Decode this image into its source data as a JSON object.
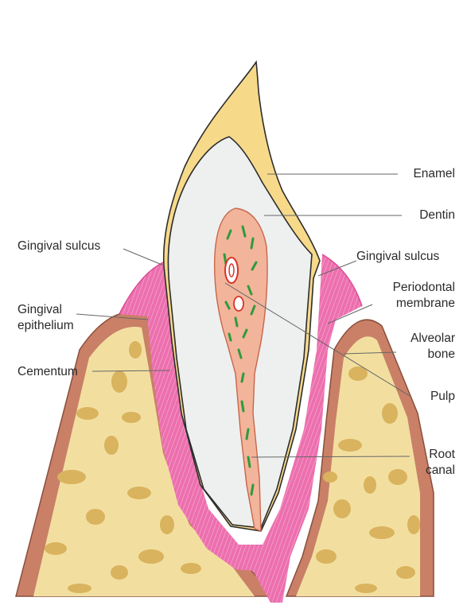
{
  "labels": {
    "enamel": "Enamel",
    "dentin": "Dentin",
    "gingival_sulcus_left": "Gingival sulcus",
    "gingival_sulcus_right": "Gingival sulcus",
    "periodontal_membrane": [
      "Periodontal",
      "membrane"
    ],
    "gingival_epithelium": [
      "Gingival",
      "epithelium"
    ],
    "alveolar_bone": [
      "Alveolar",
      "bone"
    ],
    "cementum": "Cementum",
    "pulp": "Pulp",
    "root_canal": [
      "Root",
      "canal"
    ]
  },
  "colors": {
    "enamel": "#f7d98a",
    "dentin": "#eef0f0",
    "pulp": "#f2b49a",
    "gingiva": "#ec6fae",
    "bone_outer": "#c98067",
    "bone_inner": "#f2dfa0",
    "bone_spots": "#d9b35e",
    "vessels": "#2f9a3c",
    "leader": "#666666"
  }
}
